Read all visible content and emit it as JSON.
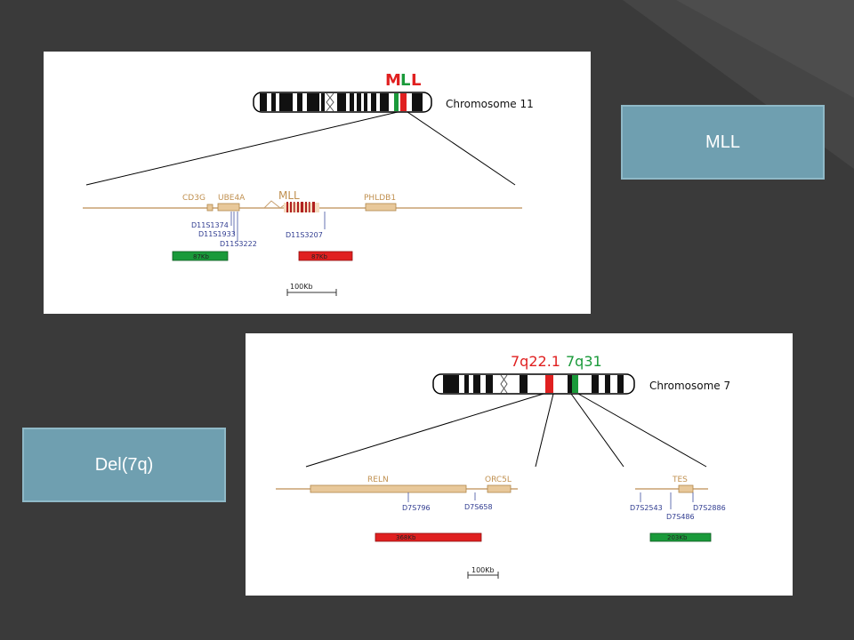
{
  "slide": {
    "callout_top": "MLL",
    "callout_bottom": "Del(7q)"
  },
  "panel_top": {
    "gene_title_parts": [
      "M",
      "L",
      "L"
    ],
    "gene_title_colors": [
      "#e02020",
      "#1a9a3a",
      "#e02020"
    ],
    "chromosome_label": "Chromosome 11",
    "genes": [
      "CD3G",
      "UBE4A",
      "MLL",
      "PHLDB1"
    ],
    "markers": [
      "D11S1374",
      "D11S1933",
      "D11S3222",
      "D11S3207"
    ],
    "probe_green": "87Kb",
    "probe_red": "87Kb",
    "scale": "100Kb"
  },
  "panel_bottom": {
    "band_red": "7q22.1",
    "band_green": "7q31",
    "band_red_color": "#e02020",
    "band_green_color": "#1a9a3a",
    "chromosome_label": "Chromosome 7",
    "genes": [
      "RELN",
      "ORC5L",
      "TES"
    ],
    "markers": [
      "D7S796",
      "D7S658",
      "D7S2543",
      "D7S486",
      "D7S2886"
    ],
    "probe_red": "368Kb",
    "probe_green": "203Kb",
    "scale": "100Kb"
  }
}
